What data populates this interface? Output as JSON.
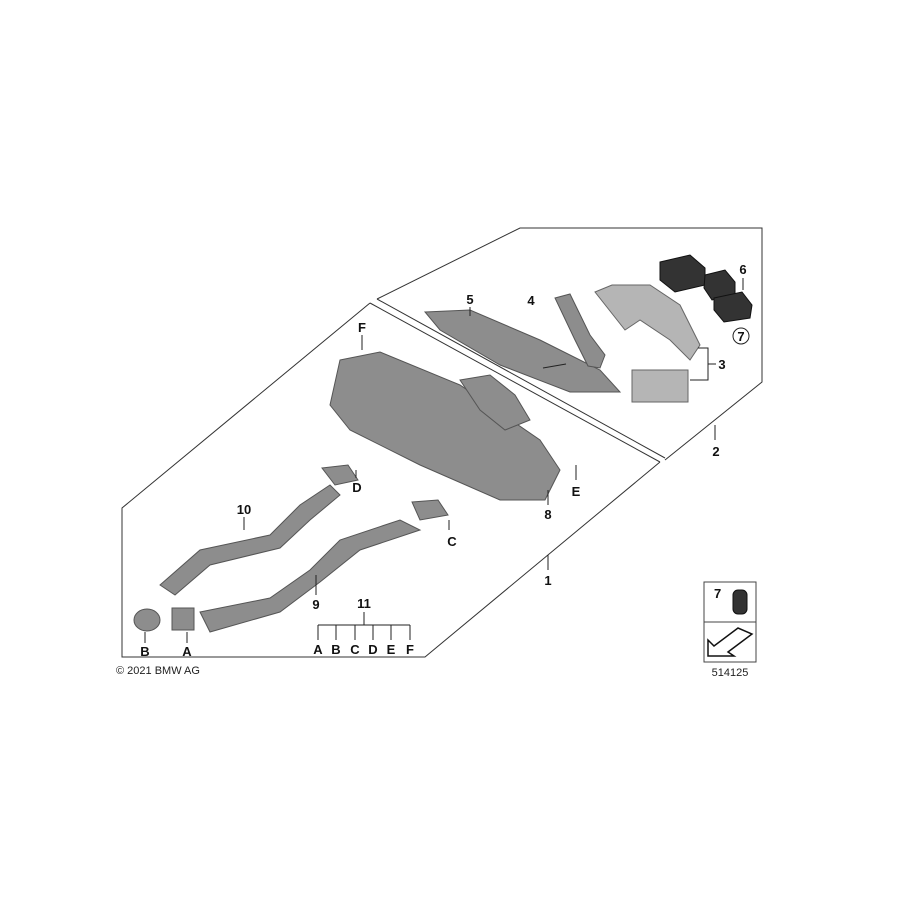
{
  "diagram": {
    "copyright": "© 2021 BMW AG",
    "diagram_number": "514125",
    "part_labels": {
      "p1": "1",
      "p2": "2",
      "p3": "3",
      "p4": "4",
      "p5": "5",
      "p6": "6",
      "p7": "7",
      "p8": "8",
      "p9": "9",
      "p10": "10",
      "p11": "11"
    },
    "letter_labels": {
      "A": "A",
      "B": "B",
      "C": "C",
      "D": "D",
      "E": "E",
      "F": "F"
    },
    "kit_11_letters": [
      "A",
      "B",
      "C",
      "D",
      "E",
      "F"
    ],
    "inset": {
      "label": "7"
    }
  }
}
